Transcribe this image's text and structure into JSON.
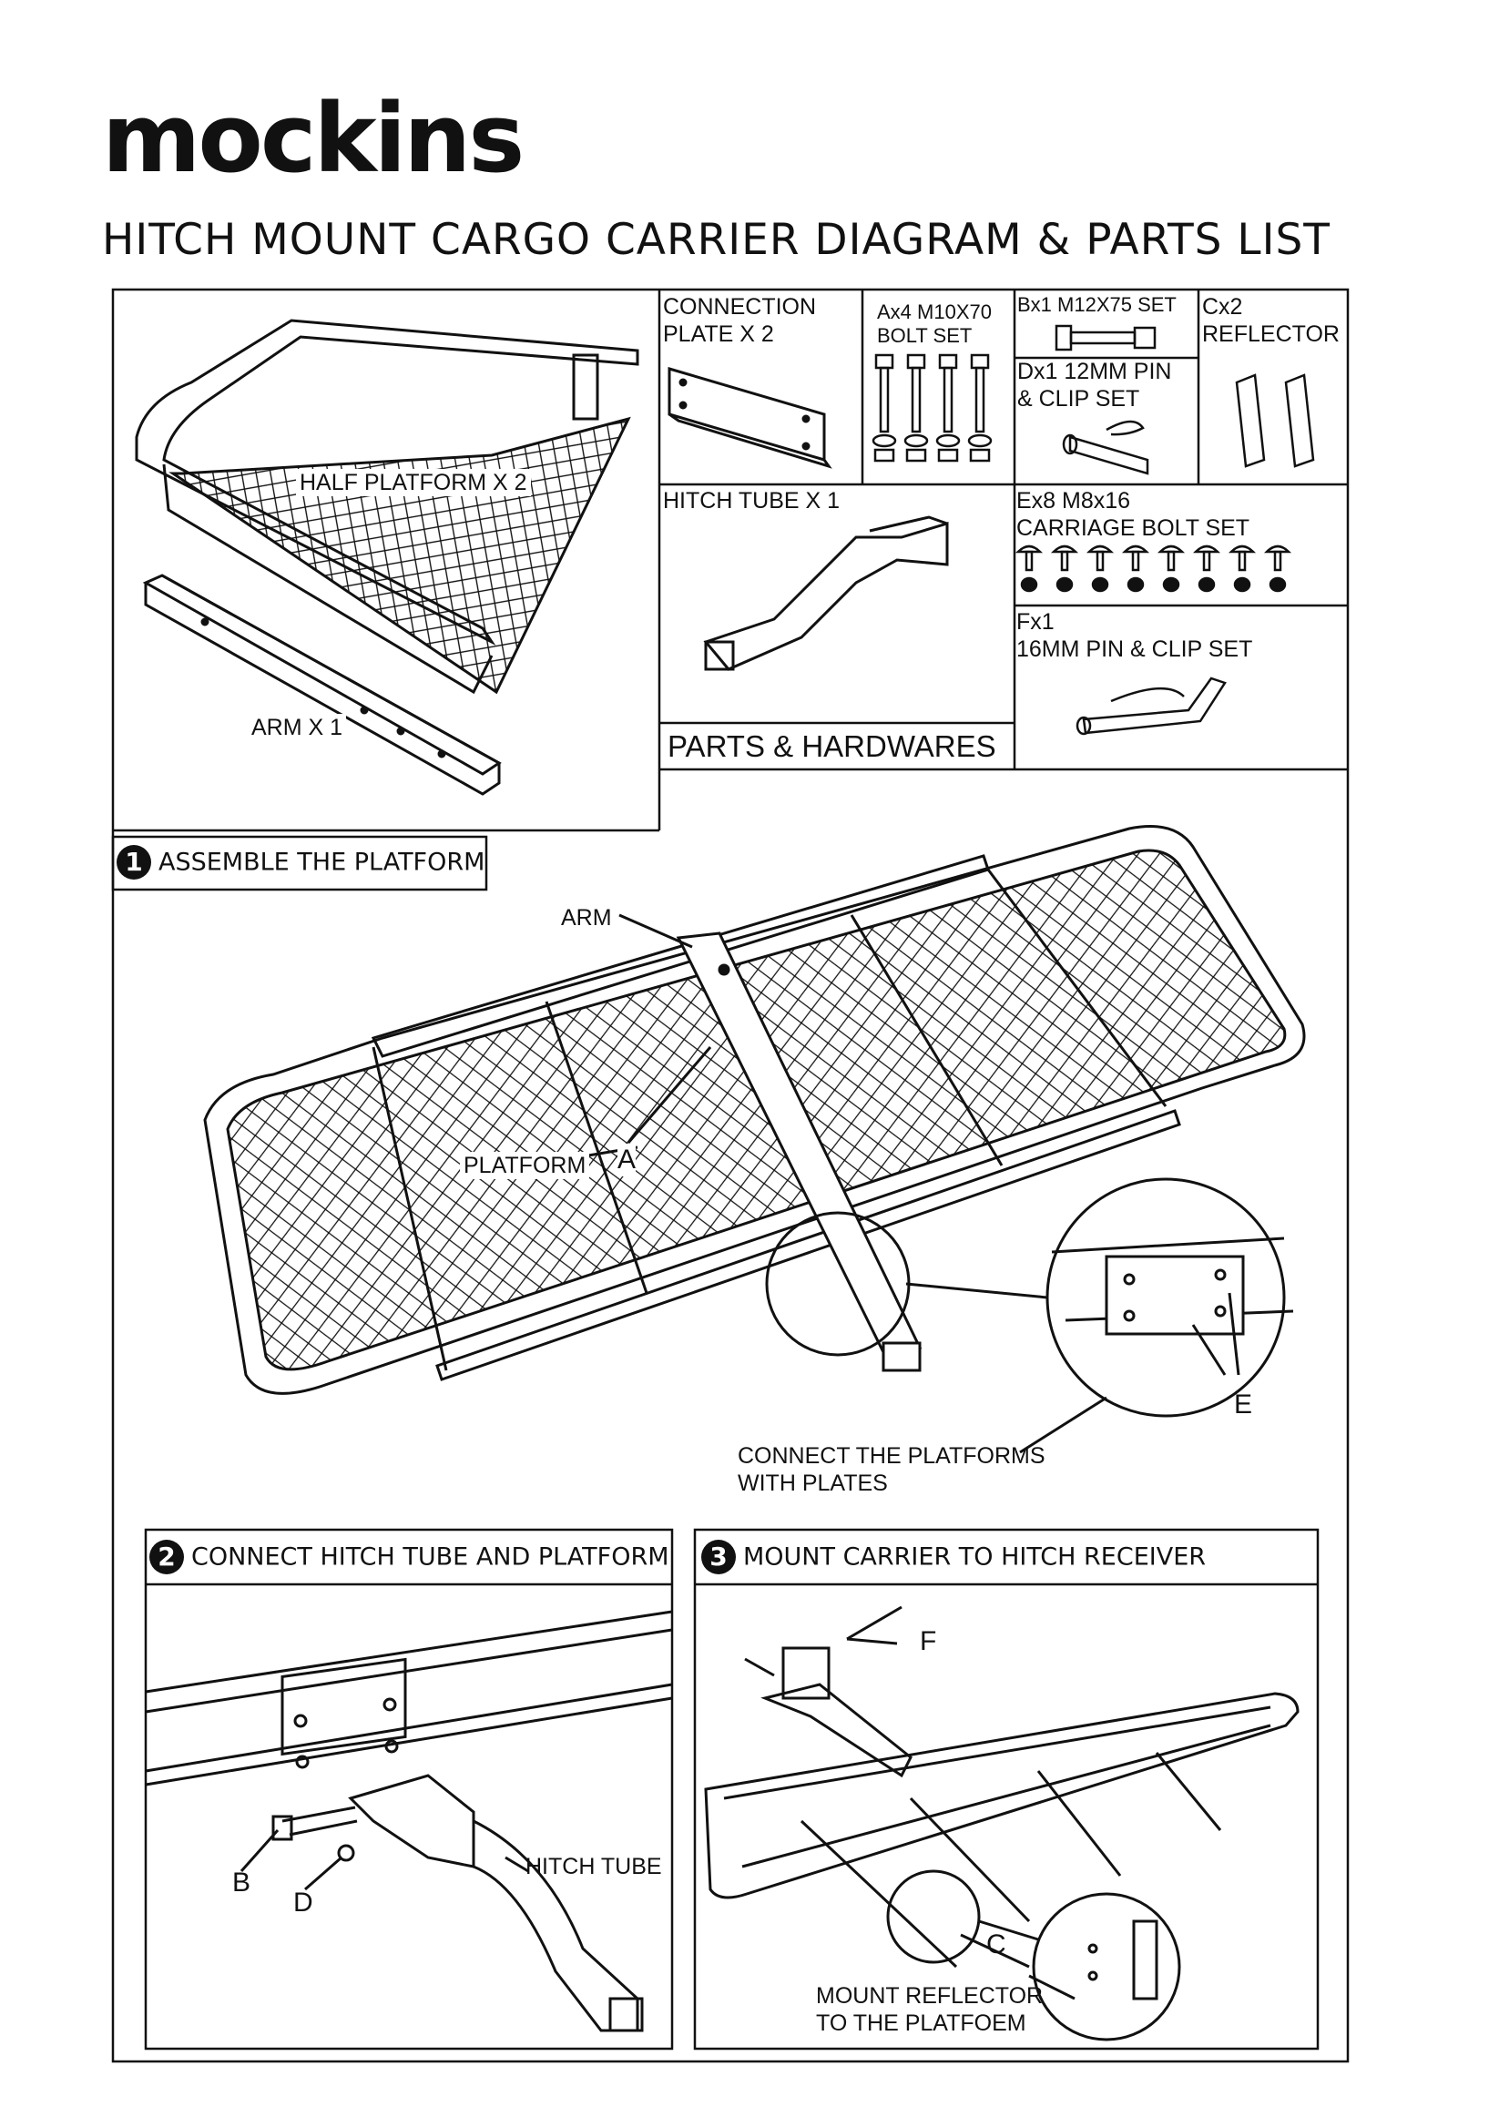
{
  "brand": "mockins",
  "title": "HITCH MOUNT CARGO CARRIER DIAGRAM & PARTS LIST",
  "parts": {
    "half_platform": "HALF PLATFORM X 2",
    "arm": "ARM X 1",
    "connection_plate_line1": "CONNECTION",
    "connection_plate_line2": "PLATE X 2",
    "bolt_a_line1": "Ax4 M10X70",
    "bolt_a_line2": "BOLT SET",
    "bolt_b": "Bx1 M12X75 SET",
    "reflector_line1": "Cx2",
    "reflector_line2": "REFLECTOR",
    "pin_d_line1": "Dx1 12MM PIN",
    "pin_d_line2": "& CLIP SET",
    "hitch_tube": "HITCH TUBE X 1",
    "carriage_line1": "Ex8 M8x16",
    "carriage_line2": "CARRIAGE BOLT SET",
    "pin_f_line1": "Fx1",
    "pin_f_line2": "16MM PIN & CLIP SET",
    "section_title": "PARTS & HARDWARES"
  },
  "steps": {
    "s1": {
      "num": "1",
      "label": "ASSEMBLE THE PLATFORM"
    },
    "s2": {
      "num": "2",
      "label": "CONNECT HITCH TUBE AND PLATFORM"
    },
    "s3": {
      "num": "3",
      "label": "MOUNT CARRIER TO HITCH RECEIVER"
    }
  },
  "callouts": {
    "arm": "ARM",
    "platform": "PLATFORM",
    "a": "A",
    "e": "E",
    "connect_line1": "CONNECT THE PLATFORMS",
    "connect_line2": "WITH PLATES",
    "b": "B",
    "d": "D",
    "hitch_tube": "HITCH TUBE",
    "f": "F",
    "c": "C",
    "reflector_line1": "MOUNT REFLECTOR",
    "reflector_line2": "TO THE PLATFOEM"
  }
}
